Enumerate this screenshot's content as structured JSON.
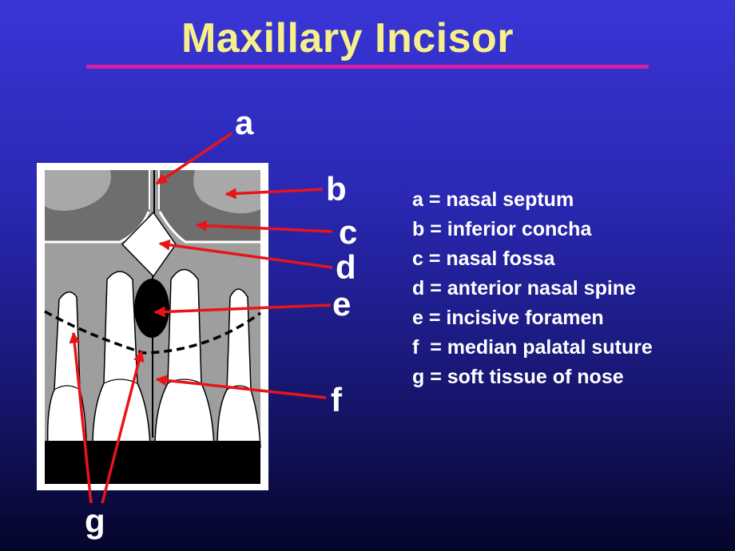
{
  "title": "Maxillary Incisor",
  "colors": {
    "title": "#f6f08a",
    "rule": "#d21ea8",
    "arrow": "#e8141a",
    "label": "#ffffff"
  },
  "labels": {
    "a": "a",
    "b": "b",
    "c": "c",
    "d": "d",
    "e": "e",
    "f": "f",
    "g": "g"
  },
  "legend": [
    "a = nasal septum",
    "b = inferior concha",
    "c = nasal fossa",
    "d = anterior nasal spine",
    "e = incisive foramen",
    "f  = median palatal suture",
    "g = soft tissue of nose"
  ]
}
